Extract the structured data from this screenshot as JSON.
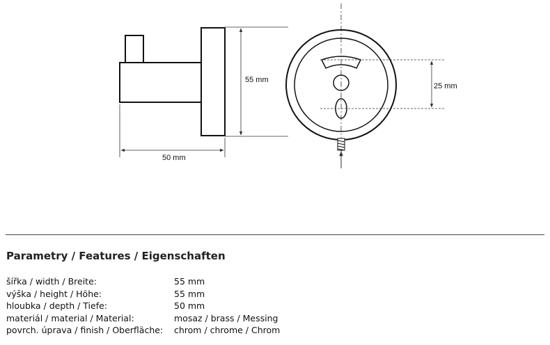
{
  "drawing": {
    "dim_height": "55 mm",
    "dim_width": "50 mm",
    "dim_screws": "25 mm"
  },
  "features": {
    "heading": "Parametry / Features / Eigenschaften",
    "rows": [
      {
        "label": "šířka / width / Breite:",
        "value": "55 mm"
      },
      {
        "label": "výška / height / Höhe:",
        "value": "55 mm"
      },
      {
        "label": "hloubka / depth / Tiefe:",
        "value": "50 mm"
      },
      {
        "label": "materiál / material / Material:",
        "value": "mosaz / brass / Messing"
      },
      {
        "label": "povrch. úprava / finish / Oberfläche:",
        "value": "chrom / chrome / Chrom"
      }
    ]
  }
}
